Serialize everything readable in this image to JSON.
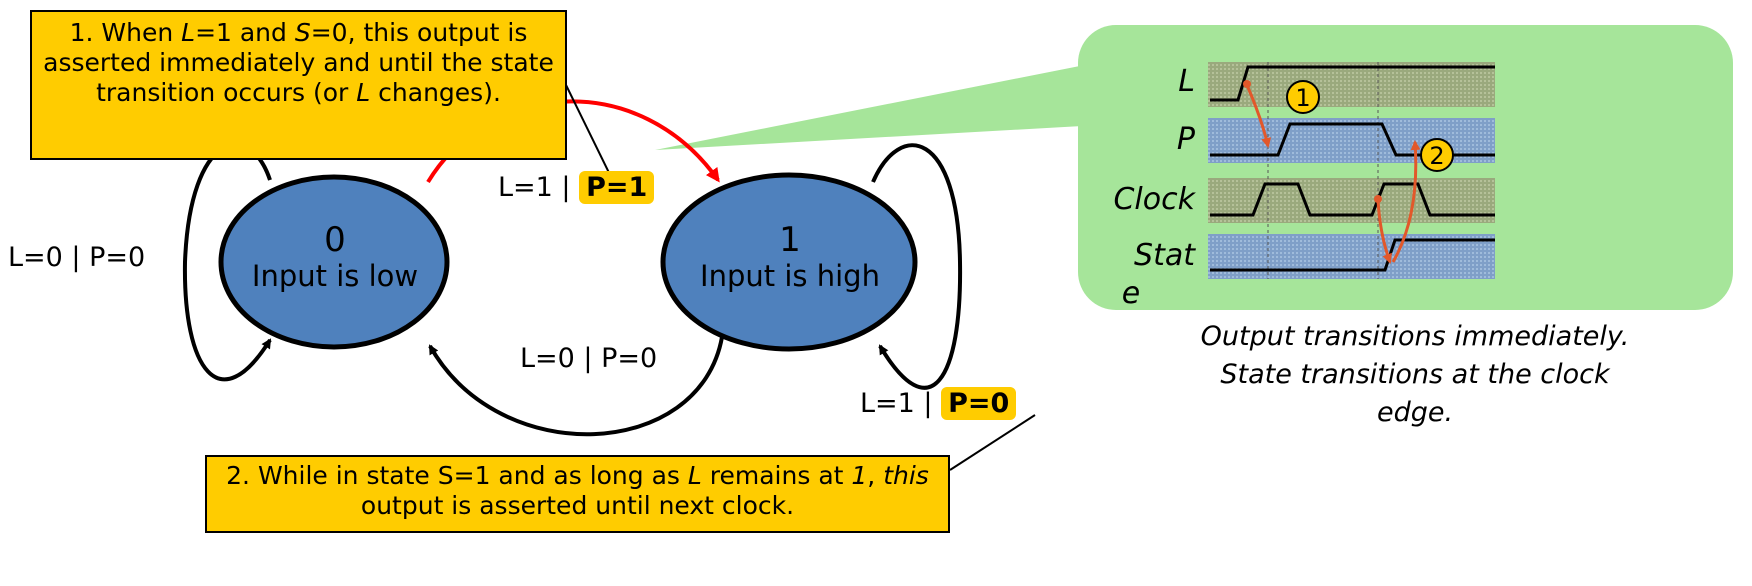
{
  "note1": {
    "parts": [
      "1. When ",
      "L",
      "=1 and ",
      "S",
      "=0, this output is asserted immediately and until the state transition occurs (or ",
      "L",
      " changes)."
    ]
  },
  "note2": {
    "parts": [
      "2. While in state S=1 and as long as ",
      "L",
      " remains at ",
      "1",
      ", ",
      "this",
      " output is asserted until next clock."
    ]
  },
  "states": [
    {
      "id": "0",
      "desc": "Input is low"
    },
    {
      "id": "1",
      "desc": "Input is high"
    }
  ],
  "transitions": {
    "self0": "L=0 | P=0",
    "t01_cond": "L=1 |",
    "t01_out": "P=1",
    "t10": "L=0 | P=0",
    "self1_cond": "L=1 |",
    "self1_out": "P=0"
  },
  "timing": {
    "signals": [
      "L",
      "P",
      "Clock",
      "Stat",
      "e"
    ],
    "markers": [
      "1",
      "2"
    ],
    "colors": {
      "panel": "#a6e59a",
      "band_green": "#9aa97d",
      "band_blue": "#7f9fc8",
      "marker": "#ffcc00",
      "arrow": "#e2582a"
    }
  },
  "caption": {
    "line1": "Output transitions immediately.",
    "line2": "State transitions at the clock",
    "line3": "edge."
  },
  "colors": {
    "state_fill": "#4f81bd",
    "note_fill": "#ffcc00",
    "highlight_arrow": "#ff0000"
  }
}
